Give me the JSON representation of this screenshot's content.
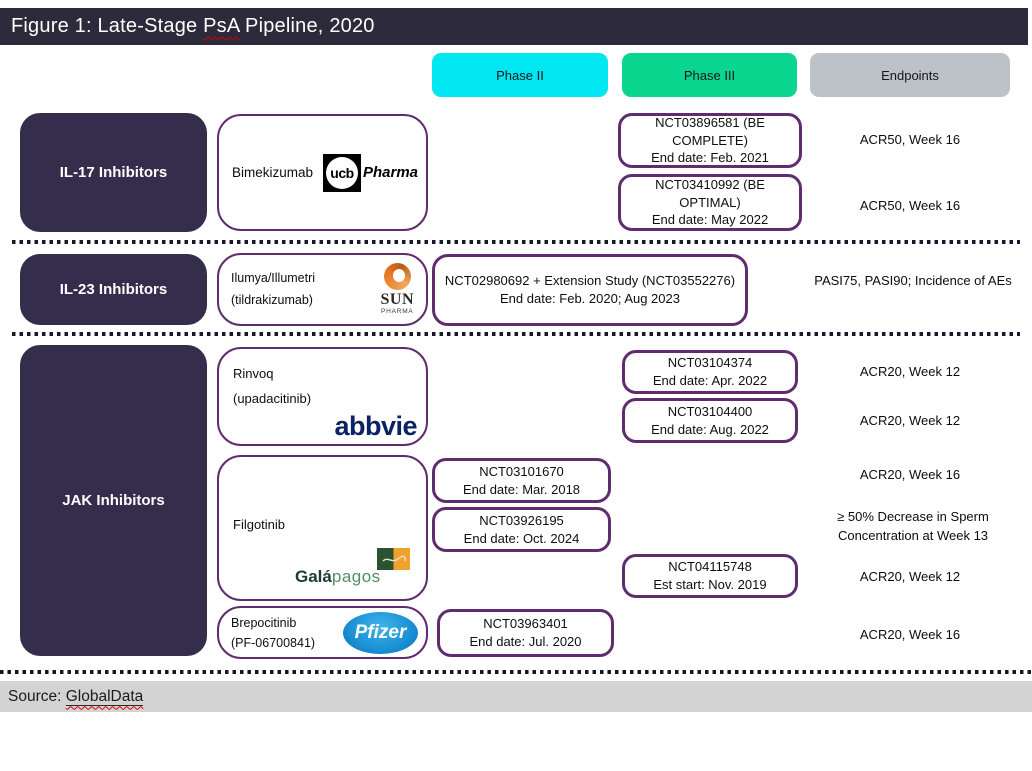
{
  "header": {
    "title_prefix": "Figure 1: Late-Stage ",
    "title_marked": "PsA",
    "title_suffix": " Pipeline, 2020"
  },
  "columns": {
    "phase2_label": "Phase II",
    "phase3_label": "Phase III",
    "endpoints_label": "Endpoints"
  },
  "categories": {
    "il17": "IL-17 Inhibitors",
    "il23": "IL-23 Inhibitors",
    "jak": "JAK Inhibitors"
  },
  "drugs": {
    "bimekizumab": {
      "name": "Bimekizumab",
      "logo": {
        "mark": "ucb",
        "suffix": "Pharma"
      }
    },
    "ilumya": {
      "name_line1": "Ilumya/Illumetri",
      "name_line2": "(tildrakizumab)",
      "logo": {
        "name": "SUN",
        "sub": "PHARMA"
      }
    },
    "rinvoq": {
      "name_line1": "Rinvoq",
      "name_line2": "(upadacitinib)",
      "logo": {
        "name": "abbvie"
      }
    },
    "filgotinib": {
      "name": "Filgotinib",
      "logo": {
        "bold": "Galá",
        "rest": "pagos"
      }
    },
    "brepocitinib": {
      "name_line1": "Brepocitinib",
      "name_line2": "(PF-06700841)",
      "logo": {
        "name": "Pfizer"
      }
    }
  },
  "trials": {
    "t1": {
      "id": "NCT03896581 (BE COMPLETE)",
      "date": "End date: Feb. 2021"
    },
    "t2": {
      "id": "NCT03410992 (BE OPTIMAL)",
      "date": "End date: May 2022"
    },
    "t3": {
      "id": "NCT02980692 + Extension Study (NCT03552276)",
      "date": "End date: Feb. 2020; Aug 2023"
    },
    "t4": {
      "id": "NCT03104374",
      "date": "End date: Apr. 2022"
    },
    "t5": {
      "id": "NCT03104400",
      "date": "End date: Aug. 2022"
    },
    "t6": {
      "id": "NCT03101670",
      "date": "End date: Mar. 2018"
    },
    "t7": {
      "id": "NCT03926195",
      "date": "End date: Oct. 2024"
    },
    "t8": {
      "id": "NCT04115748",
      "date": "Est start: Nov. 2019"
    },
    "t9": {
      "id": "NCT03963401",
      "date": "End date: Jul. 2020"
    }
  },
  "endpoints": {
    "e1": "ACR50, Week 16",
    "e2": "ACR50, Week 16",
    "e3": "PASI75, PASI90; Incidence of AEs",
    "e4": "ACR20, Week 12",
    "e5": "ACR20, Week 12",
    "e6": "ACR20, Week 16",
    "e7": "≥ 50% Decrease in Sperm Concentration at Week 13",
    "e8": "ACR20, Week 12",
    "e9": "ACR20, Week 16"
  },
  "source": {
    "label": "Source: ",
    "link": "GlobalData"
  },
  "colors": {
    "title_bar": "#2D2A3C",
    "category": "#352D4C",
    "phase2": "#00E7F2",
    "phase3": "#0BD690",
    "endpoints_header": "#BDC1C8",
    "box_border": "#5F2D6E",
    "source_bar": "#D3D3D3",
    "dotted": "#191629",
    "squiggle": "#D40000",
    "abbvie": "#0B2265",
    "galapagos_green": "#2C5234",
    "galapagos_orange": "#F0A22E"
  }
}
